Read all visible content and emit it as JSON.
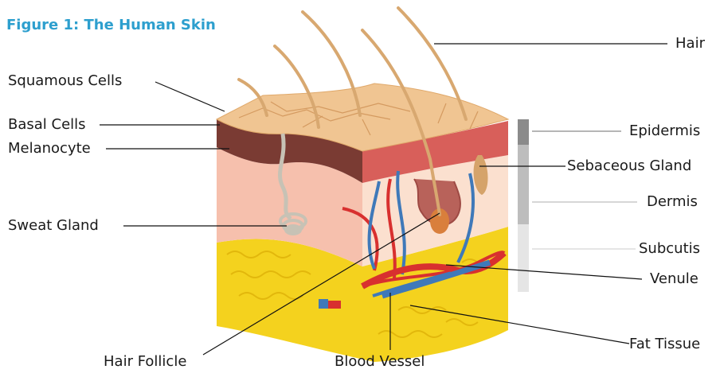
{
  "figure_title": "Figure 1: The Human Skin",
  "labels": {
    "hair": "Hair",
    "squamous_cells": "Squamous Cells",
    "basal_cells": "Basal Cells",
    "melanocyte": "Melanocyte",
    "sweat_gland": "Sweat Gland",
    "epidermis": "Epidermis",
    "sebaceous_gland": "Sebaceous Gland",
    "dermis": "Dermis",
    "subcutis": "Subcutis",
    "venule": "Venule",
    "fat_tissue": "Fat Tissue",
    "hair_follicle": "Hair Follicle",
    "blood_vessel": "Blood Vessel"
  },
  "colors": {
    "title": "#2d9fce",
    "skin_top": "#f0c592",
    "epidermis_band": "#7a3b33",
    "dermis": "#f6c7b6",
    "fat": "#f4d21e",
    "artery": "#d8302f",
    "vein": "#3f79b9"
  }
}
